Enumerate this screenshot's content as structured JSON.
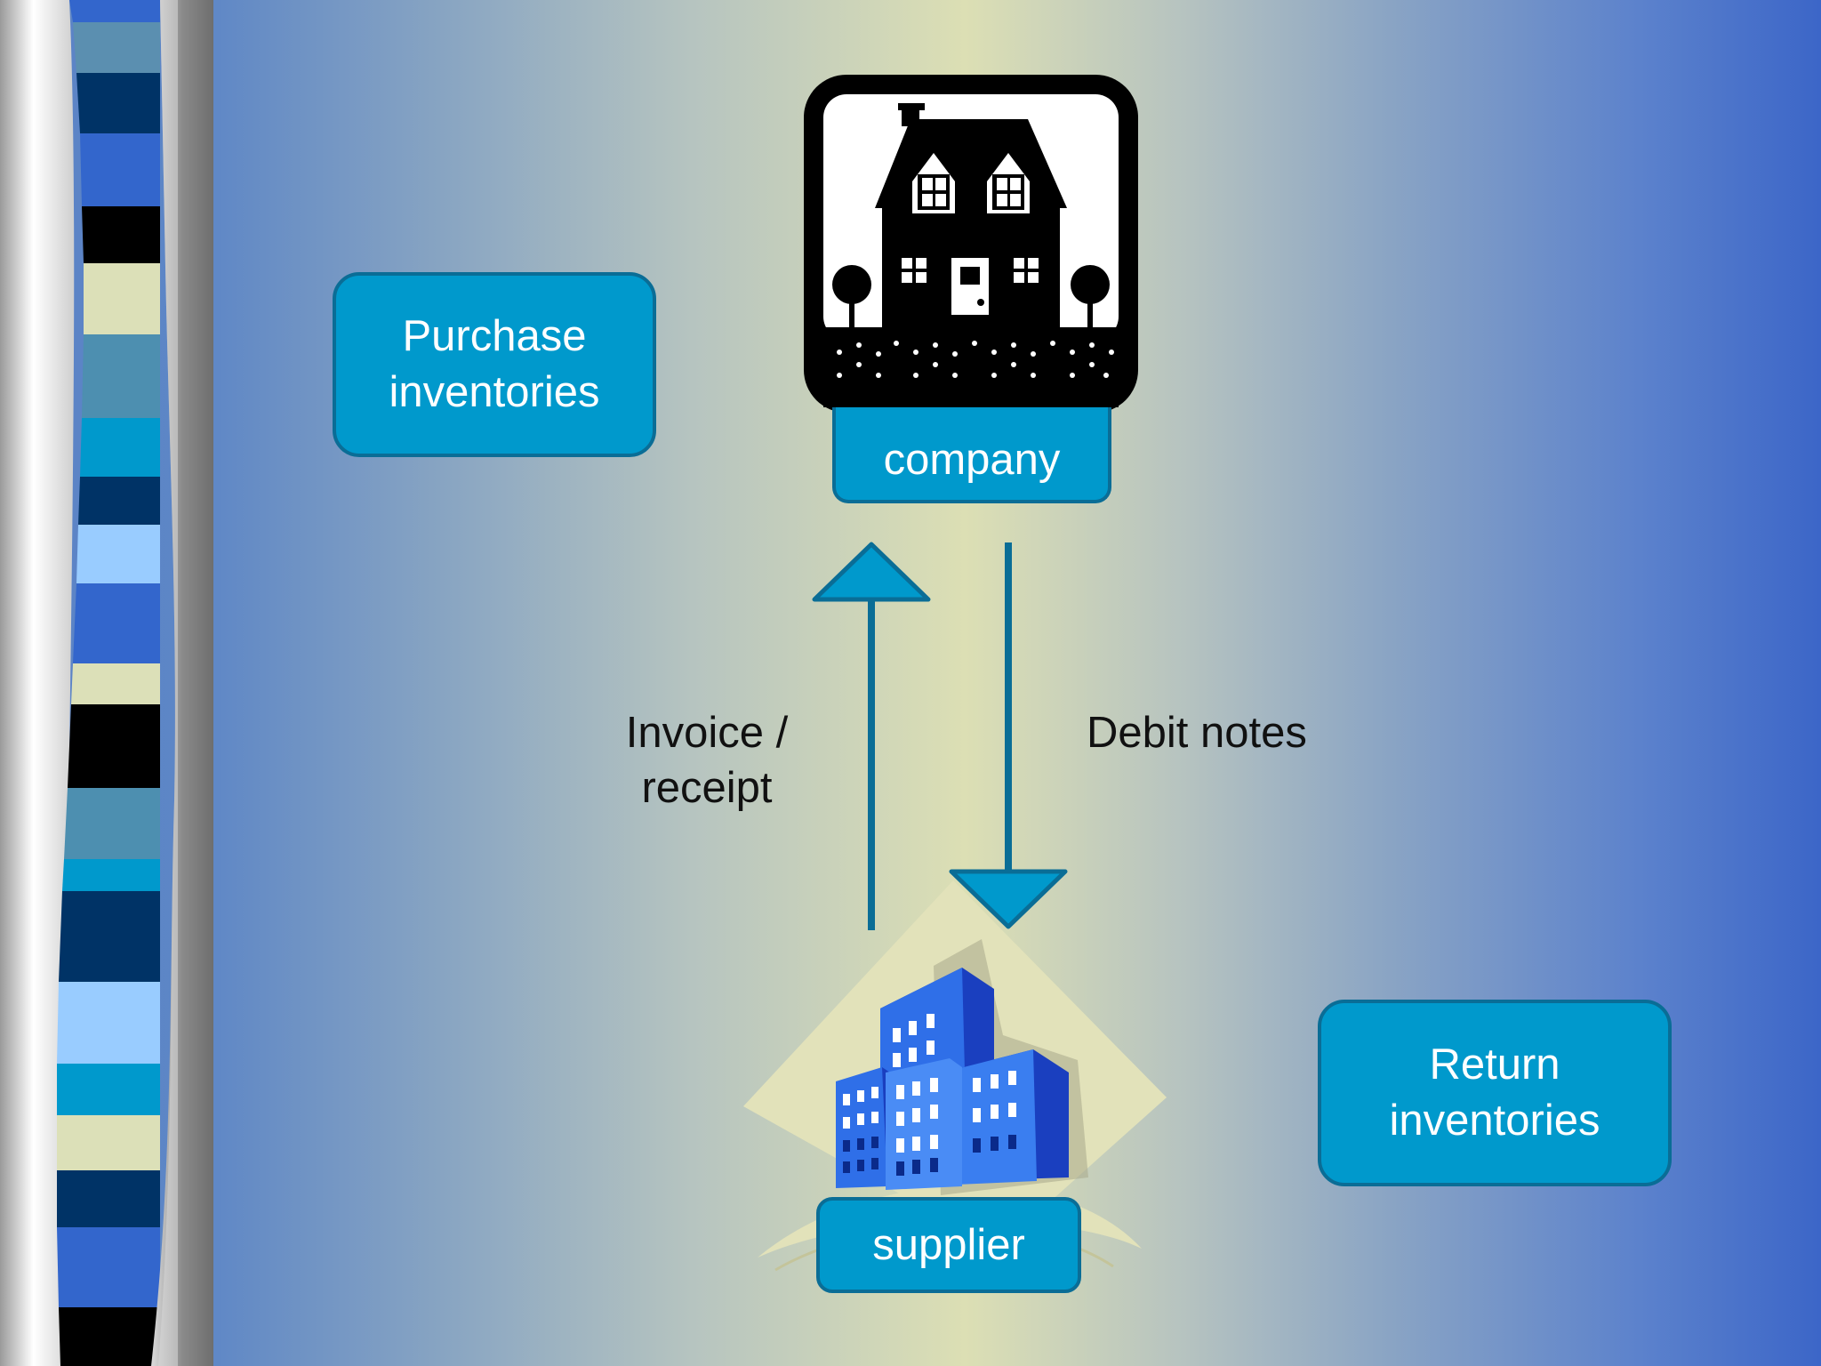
{
  "nodes": {
    "company": {
      "label": "company"
    },
    "supplier": {
      "label": "supplier"
    }
  },
  "notes": {
    "purchase": "Purchase inventories",
    "purchase_line1": "Purchase",
    "purchase_line2": "inventories",
    "return": "Return inventories",
    "return_line1": "Return",
    "return_line2": "inventories"
  },
  "flows": {
    "up": {
      "label_line1": "Invoice /",
      "label_line2": "receipt",
      "direction": "supplier-to-company"
    },
    "down": {
      "label": "Debit notes",
      "direction": "company-to-supplier"
    }
  },
  "colors": {
    "box_fill": "#0099cc",
    "box_border": "#0a6d96",
    "arrow": "#0a6d96",
    "arrow_head": "#0099cc",
    "text_light": "#ffffff",
    "text_dark": "#111111"
  },
  "icons": {
    "company": "house-icon",
    "supplier": "office-buildings-icon"
  }
}
